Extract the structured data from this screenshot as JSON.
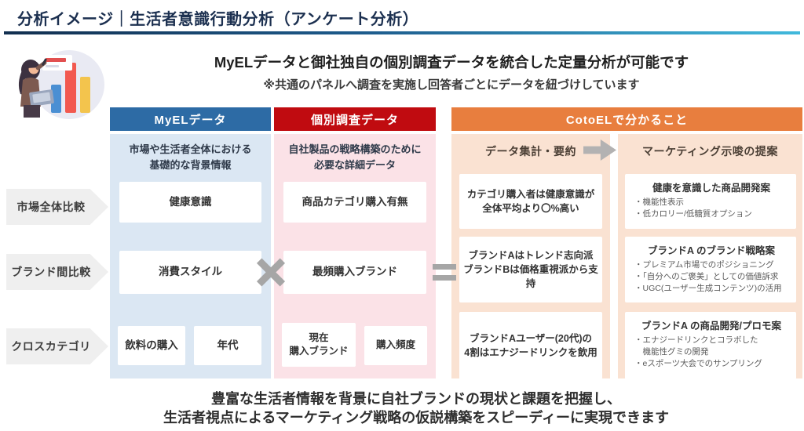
{
  "title": "分析イメージ｜生活者意識行動分析（アンケート分析）",
  "intro": {
    "line1": "MyELデータと御社独自の個別調査データを統合した定量分析が可能です",
    "line2": "※共通のパネルへ調査を実施し回答者ごとにデータを紐づけしています"
  },
  "row_labels": [
    "市場全体比較",
    "ブランド間比較",
    "クロスカテゴリ"
  ],
  "columns": {
    "myel": {
      "header": "MyELデータ",
      "subtitle_line1": "市場や生活者全体における",
      "subtitle_line2": "基礎的な背景情報",
      "rows": {
        "r1": "健康意識",
        "r2": "消費スタイル",
        "r3a": "飲料の購入",
        "r3b": "年代"
      }
    },
    "custom": {
      "header": "個別調査データ",
      "subtitle_line1": "自社製品の戦略構築のために",
      "subtitle_line2": "必要な詳細データ",
      "rows": {
        "r1": "商品カテゴリ購入有無",
        "r2": "最頻購入ブランド",
        "r3a_line1": "現在",
        "r3a_line2": "購入ブランド",
        "r3b": "購入頻度"
      }
    },
    "cotoel": {
      "header": "CotoELで分かること",
      "summary_label": "データ集計・要約",
      "proposal_label": "マーケティング示唆の提案",
      "summary_rows": {
        "r1_line1": "カテゴリ購入者は健康意識が",
        "r1_line2": "全体平均より〇%高い",
        "r2_line1": "ブランドAはトレンド志向派",
        "r2_line2": "ブランドBは価格重視派から支持",
        "r3_line1": "ブランドAユーザー(20代)の",
        "r3_line2": "4割はエナジードリンクを飲用"
      },
      "proposal_rows": {
        "r1_title": "健康を意識した商品開発案",
        "r1_bullets": [
          "・機能性表示",
          "・低カロリー/低糖質オプション"
        ],
        "r2_title": "ブランドA のブランド戦略案",
        "r2_bullets": [
          "・プレミアム市場でのポジショニング",
          "・「自分へのご褒美」としての価値訴求",
          "・UGC(ユーザー生成コンテンツ)の活用"
        ],
        "r3_title": "ブランドA の商品開発/プロモ案",
        "r3_bullets": [
          "・エナジードリンクとコラボした",
          "　機能性グミの開発",
          "・eスポーツ大会でのサンプリング"
        ]
      }
    }
  },
  "footer": {
    "line1": "豊富な生活者情報を背景に自社ブランドの現状と課題を把握し、",
    "line2": "生活者視点によるマーケティング戦略の仮説構築をスピーディーに実現できます"
  },
  "colors": {
    "myel_header": "#2d6ba5",
    "custom_header": "#c00b10",
    "cotoel_header": "#e87e3e",
    "myel_panel": "#dbe7f3",
    "custom_panel": "#fbe2e7",
    "cotoel_panel": "#fae2d2",
    "title_text": "#1c3050",
    "rule_gradient_start": "#122f4f",
    "rule_gradient_end": "#41b9dc"
  }
}
